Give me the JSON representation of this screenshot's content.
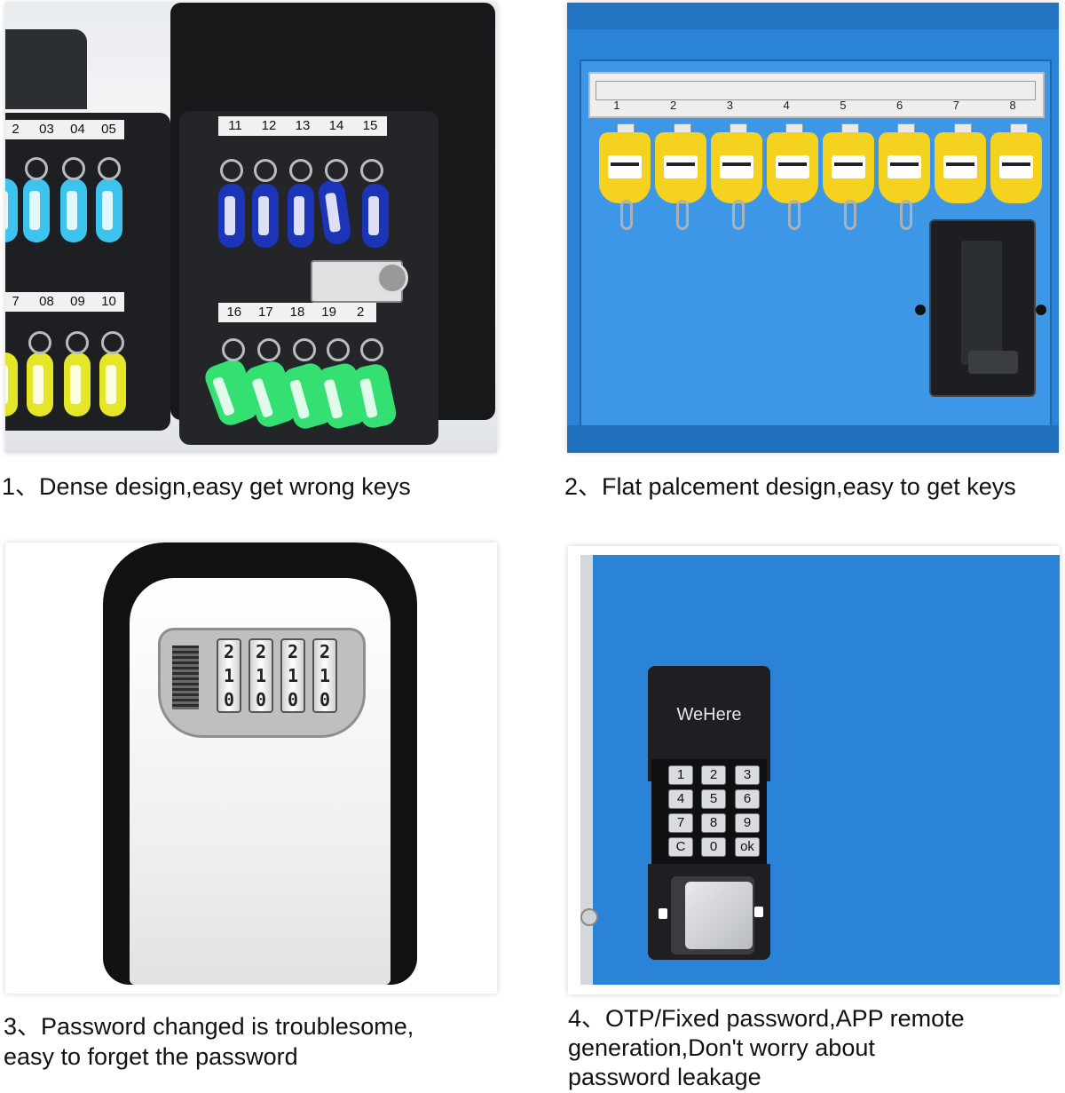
{
  "colors": {
    "box_blue": "#2b83d8",
    "tag_yellow": "#f5d21f",
    "tag_cyan": "#3cc3ee",
    "tag_navy": "#1c34b8",
    "tag_green": "#35e073",
    "keypad_dark": "#1d1f22"
  },
  "panel1": {
    "top_left_numbers": [
      "2",
      "03",
      "04",
      "05"
    ],
    "bottom_left_numbers": [
      "7",
      "08",
      "09",
      "10"
    ],
    "top_right_numbers": [
      "11",
      "12",
      "13",
      "14",
      "15"
    ],
    "bottom_right_numbers": [
      "16",
      "17",
      "18",
      "19",
      "2"
    ],
    "caption": "1、Dense design,easy get wrong keys"
  },
  "panel2": {
    "slot_numbers": [
      "1",
      "2",
      "3",
      "4",
      "5",
      "6",
      "7",
      "8"
    ],
    "caption": "2、Flat palcement design,easy to get keys"
  },
  "panel3": {
    "dial_digits": [
      [
        "2",
        "1",
        "0"
      ],
      [
        "2",
        "1",
        "0"
      ],
      [
        "2",
        "1",
        "0"
      ],
      [
        "2",
        "1",
        "0"
      ]
    ],
    "caption_line1": "3、Password changed is troublesome,",
    "caption_line2": "easy to forget the password"
  },
  "panel4": {
    "brand": "WeHere",
    "keys": [
      "1",
      "2",
      "3",
      "4",
      "5",
      "6",
      "7",
      "8",
      "9",
      "C",
      "0",
      "ok"
    ],
    "caption_line1": "4、OTP/Fixed password,APP remote",
    "caption_line2": "generation,Don't worry about",
    "caption_line3": "password leakage"
  }
}
